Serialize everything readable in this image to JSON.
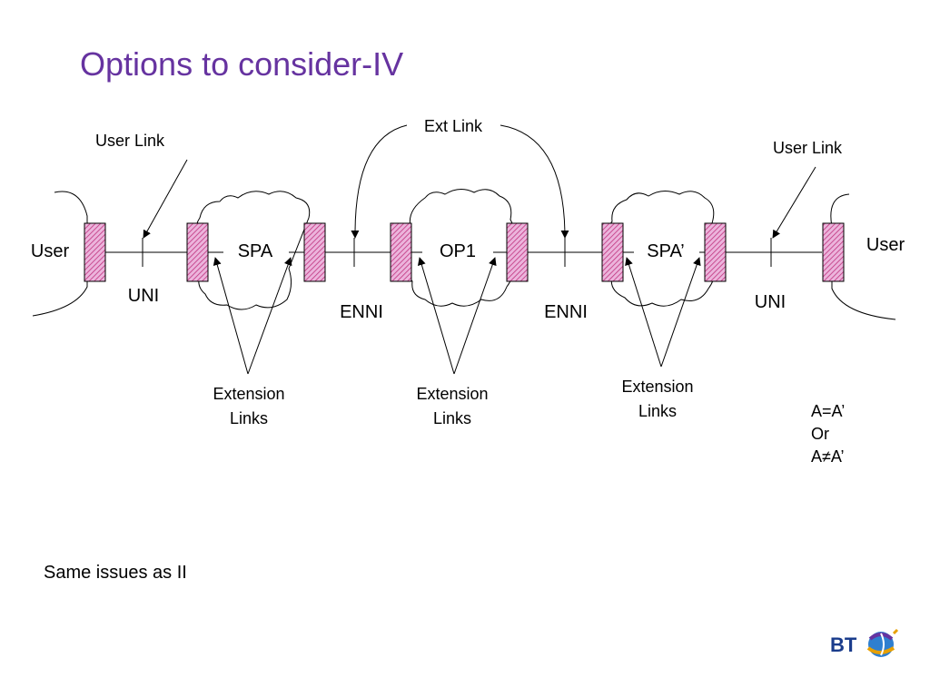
{
  "slide": {
    "title": "Options to consider-IV",
    "note": "Same issues as II"
  },
  "labels": {
    "ext_link": "Ext Link",
    "user_link_left": "User Link",
    "user_link_right": "User Link",
    "user_left": "User",
    "user_right": "User",
    "uni_left": "UNI",
    "uni_right": "UNI",
    "enni_left": "ENNI",
    "enni_right": "ENNI",
    "spa": "SPA",
    "op1": "OP1",
    "spa_prime": "SPA’",
    "extension_links": [
      {
        "line1": "Extension",
        "line2": "Links"
      },
      {
        "line1": "Extension",
        "line2": "Links"
      },
      {
        "line1": "Extension",
        "line2": "Links"
      }
    ]
  },
  "condition": {
    "line1": "A=A’",
    "line2": "Or",
    "line3": "A≠A’"
  },
  "logo": {
    "text": "BT",
    "color": "#1a3c8c",
    "accent": "#6633a0"
  },
  "colors": {
    "title": "#6633a0",
    "box_fill": "#e7a3d4",
    "box_hatch": "#c0337e"
  }
}
